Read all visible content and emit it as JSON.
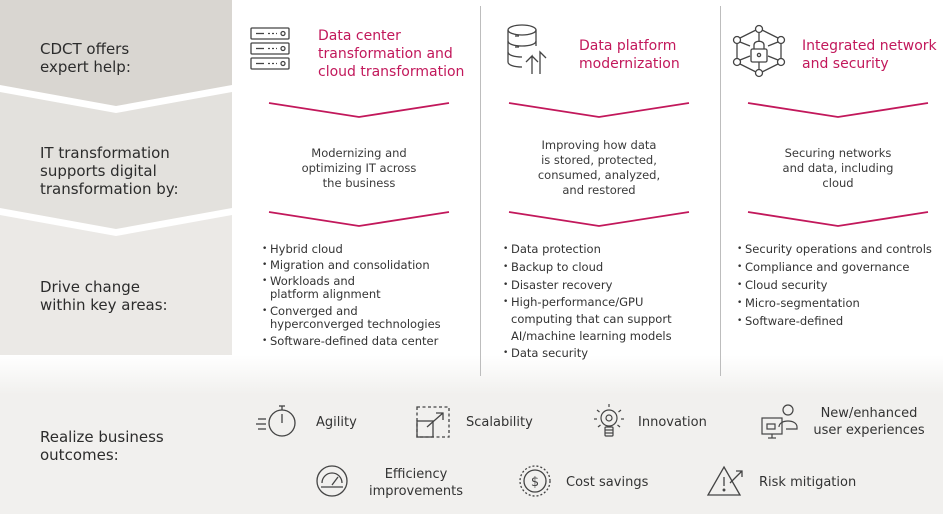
{
  "rows": {
    "offers": "CDCT offers\nexpert help:",
    "supports": "IT transformation\nsupports digital\ntransformation by:",
    "drive": "Drive change\nwithin key areas:",
    "realize": "Realize business\noutcomes:"
  },
  "columns": [
    {
      "title": "Data center\ntransformation and\ncloud transformation",
      "icon": "server-icon",
      "description": "Modernizing and\noptimizing IT across\nthe business",
      "bullets": [
        "Hybrid cloud",
        "Migration and consolidation",
        "Workloads and\nplatform alignment",
        "Converged and\nhyperconverged technologies",
        "Software-defined data center"
      ]
    },
    {
      "title": "Data platform\nmodernization",
      "icon": "database-upload-icon",
      "description": "Improving how data\nis stored, protected,\nconsumed, analyzed,\nand restored",
      "bullets": [
        "Data protection",
        "Backup to cloud",
        "Disaster recovery",
        "High-performance/GPU\ncomputing that can support\nAI/machine learning models",
        "Data security"
      ]
    },
    {
      "title": "Integrated network\nand security",
      "icon": "network-lock-icon",
      "description": "Securing networks\nand data, including\ncloud",
      "bullets": [
        "Security operations and controls",
        "Compliance and governance",
        "Cloud security",
        "Micro-segmentation",
        "Software-defined"
      ]
    }
  ],
  "outcomes": {
    "agility": "Agility",
    "scalability": "Scalability",
    "innovation": "Innovation",
    "user_experiences": "New/enhanced\nuser experiences",
    "efficiency": "Efficiency\nimprovements",
    "cost_savings": "Cost savings",
    "risk_mitigation": "Risk mitigation"
  },
  "colors": {
    "accent": "#c2185b",
    "band_dark": "#d9d6d1",
    "band_light": "#eeedea"
  }
}
